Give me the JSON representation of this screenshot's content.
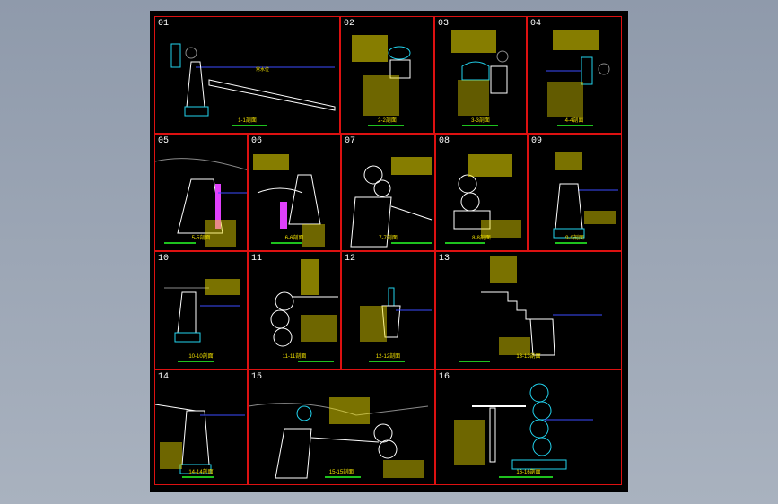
{
  "sheet": {
    "panels": [
      {
        "number": "01",
        "caption": "1-1剖面"
      },
      {
        "number": "02",
        "caption": "2-2剖面"
      },
      {
        "number": "03",
        "caption": "3-3剖面"
      },
      {
        "number": "04",
        "caption": "4-4剖面"
      },
      {
        "number": "05",
        "caption": "5-5剖面"
      },
      {
        "number": "06",
        "caption": "6-6剖面"
      },
      {
        "number": "07",
        "caption": "7-7剖面"
      },
      {
        "number": "08",
        "caption": "8-8剖面"
      },
      {
        "number": "09",
        "caption": "9-9剖面"
      },
      {
        "number": "10",
        "caption": "10-10剖面"
      },
      {
        "number": "11",
        "caption": "11-11剖面"
      },
      {
        "number": "12",
        "caption": "12-12剖面"
      },
      {
        "number": "13",
        "caption": "13-13剖面"
      },
      {
        "number": "14",
        "caption": "14-14剖面"
      },
      {
        "number": "15",
        "caption": "15-15剖面"
      },
      {
        "number": "16",
        "caption": "16-16剖面"
      }
    ]
  },
  "colors": {
    "frame": "#dd1111",
    "annotation": "#f4e300",
    "structure": "#ffffff",
    "water": "#3b4cff",
    "accent": "#22d3ee",
    "underline": "#1ec21e",
    "plant": "#8a8a8a"
  }
}
